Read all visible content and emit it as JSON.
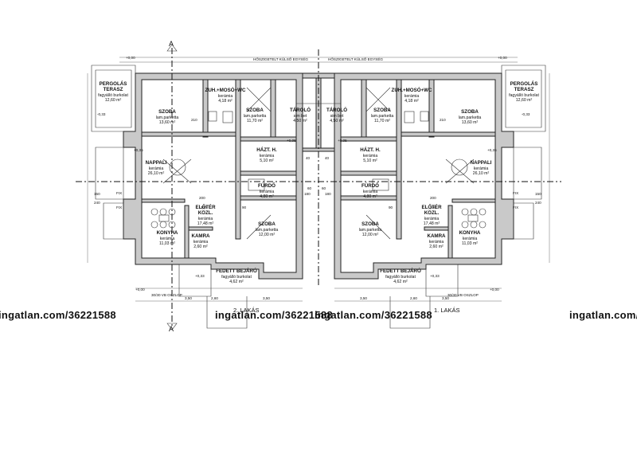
{
  "units": [
    {
      "title": "2. LAKÁS",
      "rooms": [
        {
          "name": "PERGOLÁS",
          "name2": "TERASZ",
          "surface": "fagyálló burkolat",
          "area": "12,60 m²"
        },
        {
          "name": "SZOBA",
          "surface": "lam.parketta",
          "area": "13,60 m²"
        },
        {
          "name": "ZUH.+MOSÓ+WC",
          "surface": "kerámia",
          "area": "4,18 m²"
        },
        {
          "name": "SZOBA",
          "surface": "lam.parketta",
          "area": "11,70 m²"
        },
        {
          "name": "TÁROLÓ",
          "surface": "sim bet",
          "area": "4,50 m²"
        },
        {
          "name": "NAPPALI",
          "surface": "kerámia",
          "area": "26,10 m²"
        },
        {
          "name": "HÁZT. H.",
          "surface": "kerámia",
          "area": "5,10 m²"
        },
        {
          "name": "FÜRDŐ",
          "surface": "kerámia",
          "area": "4,80 m²"
        },
        {
          "name": "ELŐTÉR",
          "name2": "KÖZL.",
          "surface": "kerámia",
          "area": "17,48 m²"
        },
        {
          "name": "SZOBA",
          "surface": "lam.parketta",
          "area": "12,00 m²"
        },
        {
          "name": "KONYHA",
          "surface": "kerámia",
          "area": "11,03 m²"
        },
        {
          "name": "KAMRA",
          "surface": "kerámia",
          "area": "2,60 m²"
        },
        {
          "name": "FEDETT BEJÁRÓ",
          "surface": "fagyálló burkolat",
          "area": "4,62 m²"
        }
      ]
    },
    {
      "title": "1. LAKÁS",
      "rooms": [
        {
          "name": "PERGOLÁS",
          "name2": "TERASZ",
          "surface": "fagyálló burkolat",
          "area": "12,60 m²"
        },
        {
          "name": "SZOBA",
          "surface": "lam.parketta",
          "area": "13,60 m²"
        },
        {
          "name": "ZUH.+MOSÓ+WC",
          "surface": "kerámia",
          "area": "4,18 m²"
        },
        {
          "name": "SZOBA",
          "surface": "lam.parketta",
          "area": "11,70 m²"
        },
        {
          "name": "TÁROLÓ",
          "surface": "sim bet",
          "area": "4,50 m²"
        },
        {
          "name": "NAPPALI",
          "surface": "kerámia",
          "area": "26,10 m²"
        },
        {
          "name": "HÁZT. H.",
          "surface": "kerámia",
          "area": "5,10 m²"
        },
        {
          "name": "FÜRDŐ",
          "surface": "kerámia",
          "area": "4,80 m²"
        },
        {
          "name": "ELŐTÉR",
          "name2": "KÖZL.",
          "surface": "kerámia",
          "area": "17,48 m²"
        },
        {
          "name": "SZOBA",
          "surface": "lam.parketta",
          "area": "12,00 m²"
        },
        {
          "name": "KONYHA",
          "surface": "kerámia",
          "area": "11,03 m²"
        },
        {
          "name": "KAMRA",
          "surface": "kerámia",
          "area": "2,60 m²"
        },
        {
          "name": "FEDETT BEJÁRÓ",
          "surface": "fagyálló burkolat",
          "area": "4,62 m²"
        }
      ]
    }
  ],
  "levels": {
    "zero": "+0,00",
    "step": "+0,05",
    "entry": "+0,33",
    "terrace": "-0,33",
    "porch": "+0,35"
  },
  "dimensions": {
    "bottom": [
      "3,50",
      "2,60",
      "3,50"
    ],
    "widths": [
      "150",
      "240",
      "210",
      "200",
      "100",
      "90",
      "40",
      "180",
      "60"
    ]
  },
  "section_labels": [
    "A",
    "A"
  ],
  "fix_label": "FIX",
  "notes": [
    "HŐSZIGETELT KÜLSŐ EGYSÉG",
    "30/30 VB OSZLOP"
  ],
  "watermark": "ingatlan.com/36221588"
}
